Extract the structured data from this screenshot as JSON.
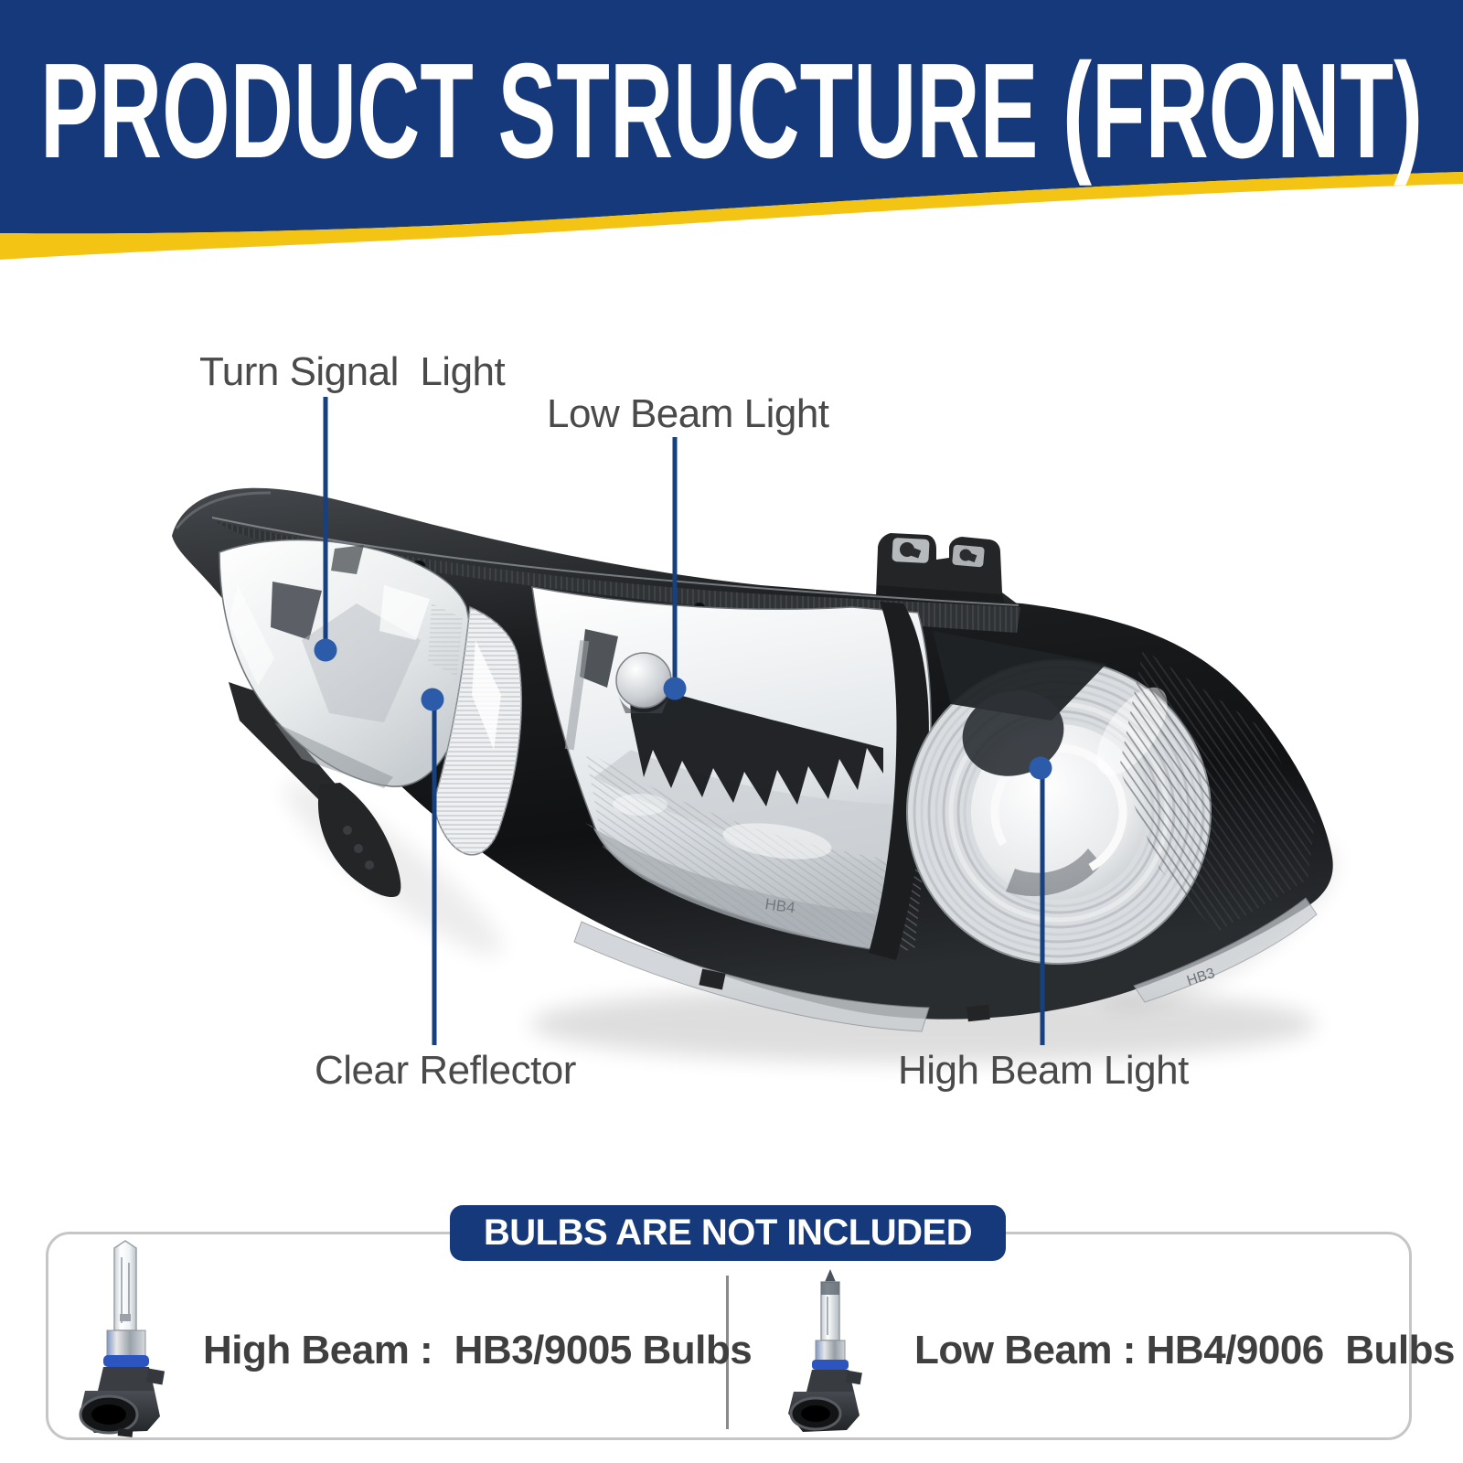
{
  "header": {
    "title": "PRODUCT STRUCTURE (FRONT)"
  },
  "callouts": {
    "turn_signal": {
      "label": "Turn Signal  Light"
    },
    "low_beam": {
      "label": "Low Beam Light"
    },
    "clear_reflector": {
      "label": "Clear Reflector"
    },
    "high_beam": {
      "label": "High Beam Light"
    }
  },
  "bulbs_box": {
    "title": "BULBS ARE NOT INCLUDED",
    "items": [
      {
        "icon": "hb3-9005-bulb-icon",
        "label": "High Beam :  HB3/9005 Bulbs"
      },
      {
        "icon": "hb4-9006-bulb-icon",
        "label": "Low Beam : HB4/9006  Bulbs"
      }
    ]
  },
  "lens_markings": [
    "HB4",
    "HB3"
  ],
  "colors": {
    "banner_blue": "#16397b",
    "stripe_yellow": "#f3c414",
    "leader_line": "#16407f",
    "callout_dot": "#2c5ca9",
    "label_text": "#4a4a4a"
  }
}
